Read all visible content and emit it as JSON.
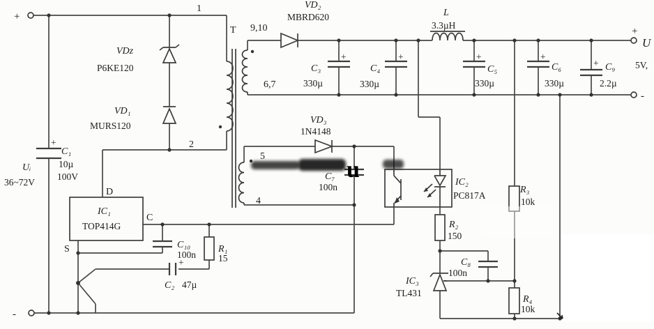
{
  "terminals": {
    "in_plus": "+",
    "in_minus": "-",
    "out_plus": "+",
    "out_minus": "-",
    "input_label": "Uᵢ",
    "input_range": "36~72V",
    "output_label": "U",
    "output_value": "5V,"
  },
  "transformer": {
    "label": "T",
    "pin1": "1",
    "pin2": "2",
    "pin4": "4",
    "pin5": "5",
    "sec_pins_top": "9,10",
    "sec_pins_bottom": "6,7"
  },
  "components": {
    "vdz": {
      "ref": "VDz",
      "value": "P6KE120"
    },
    "vd1": {
      "ref": "VD₁",
      "value": "MURS120"
    },
    "vd2": {
      "ref": "VD₂",
      "value": "MBRD620"
    },
    "vd3": {
      "ref": "VD₃",
      "value": "1N4148"
    },
    "c1": {
      "ref": "C₁",
      "value": "10µ",
      "value2": "100V",
      "polarity": "+"
    },
    "c2": {
      "ref": "C₂",
      "value": "47µ",
      "polarity": "+"
    },
    "c3": {
      "ref": "C₃",
      "value": "330µ",
      "polarity": "+"
    },
    "c4": {
      "ref": "C₄",
      "value": "330µ",
      "polarity": "+"
    },
    "c5": {
      "ref": "C₅",
      "value": "330µ",
      "polarity": "+"
    },
    "c6": {
      "ref": "C₆",
      "value": "330µ",
      "polarity": "+"
    },
    "c7": {
      "ref": "C₇",
      "value": "100n"
    },
    "c8": {
      "ref": "C₈",
      "value": "100n"
    },
    "c9": {
      "ref": "C₉",
      "value": "2.2µ",
      "polarity": "+"
    },
    "c10": {
      "ref": "C₁₀",
      "value": "100n"
    },
    "r1": {
      "ref": "R₁",
      "value": "15"
    },
    "r2": {
      "ref": "R₂",
      "value": "150"
    },
    "r3": {
      "ref": "R₃",
      "value": "10k"
    },
    "r4": {
      "ref": "R₄",
      "value": "10k"
    },
    "l": {
      "ref": "L",
      "value": "3.3µH"
    },
    "ic1": {
      "ref": "IC₁",
      "value": "TOP414G",
      "pin_d": "D",
      "pin_c": "C",
      "pin_s": "S"
    },
    "ic2": {
      "ref": "IC₂",
      "value": "PC817A"
    },
    "ic3": {
      "ref": "IC₃",
      "value": "TL431"
    }
  },
  "watermark": {
    "glyph": "u"
  }
}
